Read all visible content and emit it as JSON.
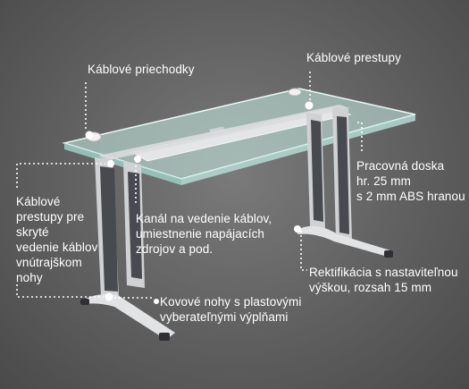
{
  "labels": {
    "cable_passages": "Káblové priechodky",
    "cable_transfers": "Káblové prestupy",
    "worktop": "Pracovná doska\nhr. 25 mm\ns 2 mm ABS hranou",
    "hidden_cable_routing": "Káblové\nprestupy pre\nskryté\nvedenie káblov\nvnútrajškom\nnohy",
    "cable_channel": "Kanál na vedenie káblov,\numiestnenie napájacích\nzdrojov a pod.",
    "leveling": "Rektifikácia s nastaviteľnou\nvýškou, rozsah 15 mm",
    "legs": "Kovové nohy s plastovými\nvyberateľnými výplňami"
  },
  "colors": {
    "background": "#636363",
    "glass": "#c9ece6",
    "frame": "#d4d6d8",
    "panel": "#4a4d51",
    "callout": "#ffffff"
  }
}
